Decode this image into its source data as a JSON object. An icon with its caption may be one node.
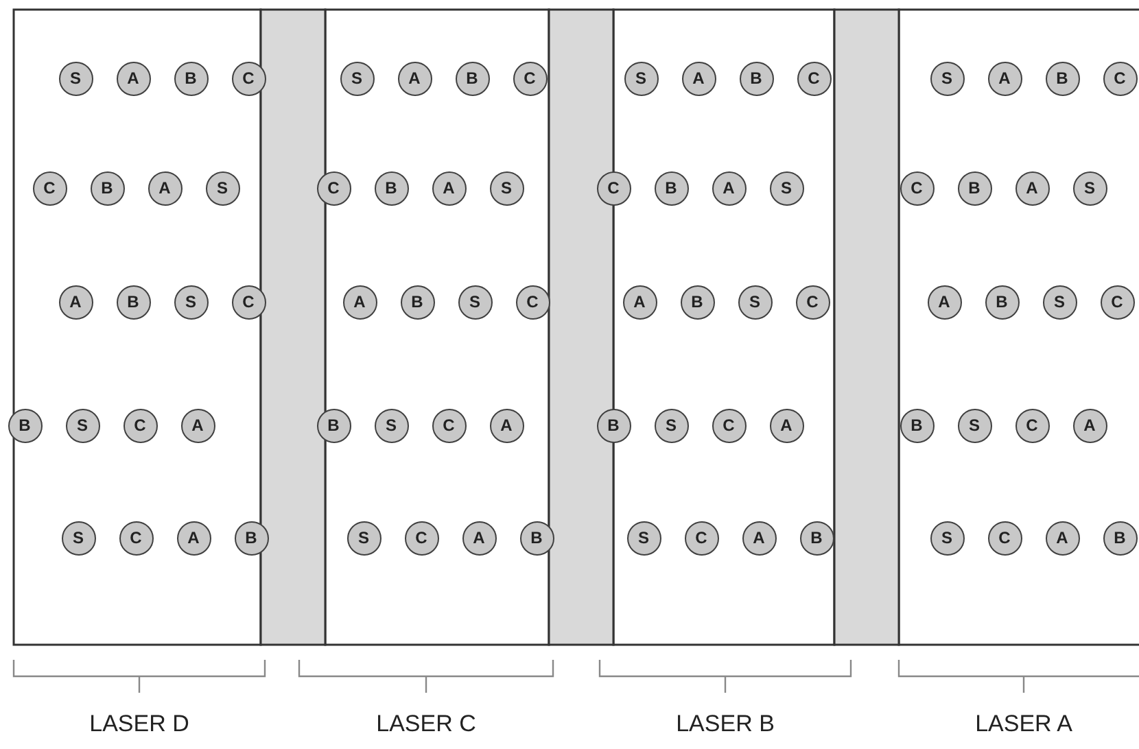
{
  "diagram": {
    "nodes": [
      {
        "text": [
          "S"
        ]
      },
      {
        "text": [
          "A"
        ]
      },
      {
        "text": [
          "B"
        ]
      },
      {
        "text": [
          "C"
        ]
      },
      {
        "text": [
          "C"
        ]
      },
      {
        "text": [
          "B"
        ]
      },
      {
        "text": [
          "A"
        ]
      },
      {
        "text": [
          "S"
        ]
      },
      {
        "text": [
          "A"
        ]
      },
      {
        "text": [
          "B"
        ]
      },
      {
        "text": [
          "S"
        ]
      },
      {
        "text": [
          "C"
        ]
      },
      {
        "text": [
          "B"
        ]
      },
      {
        "text": [
          "S"
        ]
      },
      {
        "text": [
          "C"
        ]
      },
      {
        "text": [
          "A"
        ]
      },
      {
        "text": [
          "S"
        ]
      },
      {
        "text": [
          "C"
        ]
      },
      {
        "text": [
          "A"
        ]
      },
      {
        "text": [
          "B"
        ]
      },
      {
        "text": [
          "S"
        ]
      },
      {
        "text": [
          "A"
        ]
      },
      {
        "text": [
          "B"
        ]
      },
      {
        "text": [
          "C"
        ]
      },
      {
        "text": [
          "C"
        ]
      },
      {
        "text": [
          "B"
        ]
      },
      {
        "text": [
          "A"
        ]
      },
      {
        "text": [
          "S"
        ]
      },
      {
        "text": [
          "A"
        ]
      },
      {
        "text": [
          "B"
        ]
      },
      {
        "text": [
          "S"
        ]
      },
      {
        "text": [
          "C"
        ]
      },
      {
        "text": [
          "B"
        ]
      },
      {
        "text": [
          "S"
        ]
      },
      {
        "text": [
          "C"
        ]
      },
      {
        "text": [
          "A"
        ]
      },
      {
        "text": [
          "S"
        ]
      },
      {
        "text": [
          "C"
        ]
      },
      {
        "text": [
          "A"
        ]
      },
      {
        "text": [
          "B"
        ]
      },
      {
        "text": [
          "S"
        ]
      },
      {
        "text": [
          "A"
        ]
      },
      {
        "text": [
          "B"
        ]
      },
      {
        "text": [
          "C"
        ]
      },
      {
        "text": [
          "C"
        ]
      },
      {
        "text": [
          "B"
        ]
      },
      {
        "text": [
          "A"
        ]
      },
      {
        "text": [
          "S"
        ]
      },
      {
        "text": [
          "A"
        ]
      },
      {
        "text": [
          "B"
        ]
      },
      {
        "text": [
          "S"
        ]
      },
      {
        "text": [
          "C"
        ]
      },
      {
        "text": [
          "B"
        ]
      },
      {
        "text": [
          "S"
        ]
      },
      {
        "text": [
          "C"
        ]
      },
      {
        "text": [
          "A"
        ]
      },
      {
        "text": [
          "S"
        ]
      },
      {
        "text": [
          "C"
        ]
      },
      {
        "text": [
          "A"
        ]
      },
      {
        "text": [
          "B"
        ]
      },
      {
        "text": [
          "S"
        ]
      },
      {
        "text": [
          "A"
        ]
      },
      {
        "text": [
          "B"
        ]
      },
      {
        "text": [
          "C"
        ]
      },
      {
        "text": [
          "C"
        ]
      },
      {
        "text": [
          "B"
        ]
      },
      {
        "text": [
          "A"
        ]
      },
      {
        "text": [
          "S"
        ]
      },
      {
        "text": [
          "A"
        ]
      },
      {
        "text": [
          "B"
        ]
      },
      {
        "text": [
          "S"
        ]
      },
      {
        "text": [
          "C"
        ]
      },
      {
        "text": [
          "B"
        ]
      },
      {
        "text": [
          "S"
        ]
      },
      {
        "text": [
          "C"
        ]
      },
      {
        "text": [
          "A"
        ]
      },
      {
        "text": [
          "S"
        ]
      },
      {
        "text": [
          "C"
        ]
      },
      {
        "text": [
          "A"
        ]
      },
      {
        "text": [
          "B"
        ]
      },
      {
        "text": [],
        "shape": "bar"
      },
      {
        "text": [],
        "shape": "bar"
      },
      {
        "text": [],
        "shape": "bar"
      }
    ],
    "labels": [
      "LASER D",
      "LASER C",
      "LASER B",
      "LASER A"
    ]
  }
}
